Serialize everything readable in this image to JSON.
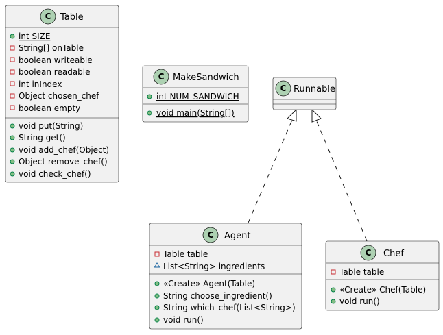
{
  "diagram": {
    "classes": [
      {
        "id": "table",
        "name": "Table",
        "stereotype_letter": "C",
        "fields": [
          {
            "visibility": "public",
            "text": "int SIZE",
            "static": true
          },
          {
            "visibility": "private",
            "text": "String[] onTable"
          },
          {
            "visibility": "private",
            "text": "boolean writeable"
          },
          {
            "visibility": "private",
            "text": "boolean readable"
          },
          {
            "visibility": "private",
            "text": "int inIndex"
          },
          {
            "visibility": "private",
            "text": "Object chosen_chef"
          },
          {
            "visibility": "private",
            "text": "boolean empty"
          }
        ],
        "methods": [
          {
            "visibility": "public",
            "text": "void put(String)"
          },
          {
            "visibility": "public",
            "text": "String get()"
          },
          {
            "visibility": "public",
            "text": "void add_chef(Object)"
          },
          {
            "visibility": "public",
            "text": "Object remove_chef()"
          },
          {
            "visibility": "public",
            "text": "void check_chef()"
          }
        ]
      },
      {
        "id": "makesandwich",
        "name": "MakeSandwich",
        "stereotype_letter": "C",
        "fields": [
          {
            "visibility": "public",
            "text": "int NUM_SANDWICH",
            "static": true
          }
        ],
        "methods": [
          {
            "visibility": "public",
            "text": "void main(String[])",
            "static": true
          }
        ]
      },
      {
        "id": "runnable",
        "name": "Runnable",
        "stereotype_letter": "C",
        "fields": [],
        "methods": []
      },
      {
        "id": "agent",
        "name": "Agent",
        "stereotype_letter": "C",
        "fields": [
          {
            "visibility": "private",
            "text": "Table table"
          },
          {
            "visibility": "package",
            "text": "List<String> ingredients"
          }
        ],
        "methods": [
          {
            "visibility": "public",
            "text": "«Create» Agent(Table)"
          },
          {
            "visibility": "public",
            "text": "String choose_ingredient()"
          },
          {
            "visibility": "public",
            "text": "String which_chef(List<String>)"
          },
          {
            "visibility": "public",
            "text": "void run()"
          }
        ]
      },
      {
        "id": "chef",
        "name": "Chef",
        "stereotype_letter": "C",
        "fields": [
          {
            "visibility": "private",
            "text": "Table table"
          }
        ],
        "methods": [
          {
            "visibility": "public",
            "text": "«Create» Chef(Table)"
          },
          {
            "visibility": "public",
            "text": "void run()"
          }
        ]
      }
    ],
    "relations": [
      {
        "from": "agent",
        "to": "runnable",
        "type": "realization"
      },
      {
        "from": "chef",
        "to": "runnable",
        "type": "realization"
      }
    ],
    "colors": {
      "class_fill": "#f1f1f1",
      "class_border": "#181818",
      "class_tag": "#add1b2",
      "private_marker": "#c82930",
      "public_marker": "#84be84",
      "package_marker": "#1963a0"
    }
  }
}
